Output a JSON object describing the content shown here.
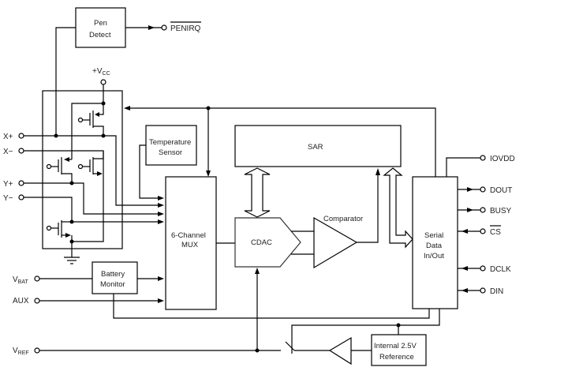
{
  "diagram": {
    "type": "block-diagram",
    "blocks": {
      "pen_detect": [
        "Pen",
        "Detect"
      ],
      "temp_sensor": [
        "Temperature",
        "Sensor"
      ],
      "mux": [
        "6-Channel",
        "MUX"
      ],
      "sar": "SAR",
      "cdac": "CDAC",
      "comparator": "Comparator",
      "serial": [
        "Serial",
        "Data",
        "In/Out"
      ],
      "battery": [
        "Battery",
        "Monitor"
      ],
      "reference": [
        "Internal 2.5V",
        "Reference"
      ]
    },
    "pins_left": {
      "xp": "X+",
      "xm": "X−",
      "yp": "Y+",
      "ym": "Y−",
      "vbat_main": "V",
      "vbat_sub": "BAT",
      "aux": "AUX",
      "vref_main": "V",
      "vref_sub": "REF"
    },
    "pins_top": {
      "vcc_main": "+V",
      "vcc_sub": "CC",
      "penirq": "PENIRQ"
    },
    "pins_right": {
      "iovdd": "IOVDD",
      "dout": "DOUT",
      "busy": "BUSY",
      "cs": "CS",
      "dclk": "DCLK",
      "din": "DIN"
    }
  }
}
